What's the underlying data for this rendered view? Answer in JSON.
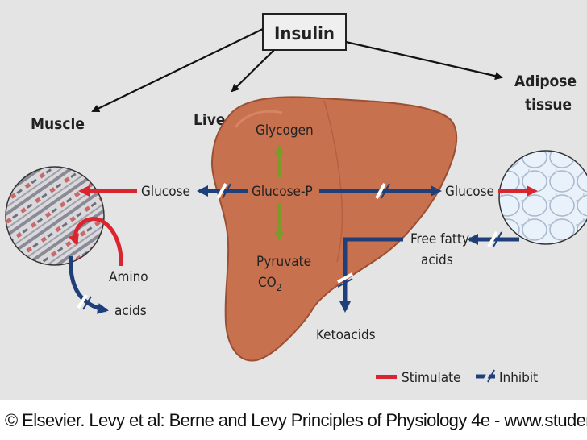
{
  "diagram": {
    "title": "Insulin",
    "tissues": {
      "muscle": "Muscle",
      "liver": "Liver",
      "adipose_line1": "Adipose",
      "adipose_line2": "tissue"
    },
    "metabolites": {
      "glycogen": "Glycogen",
      "glucose_p": "Glucose-P",
      "pyruvate": "Pyruvate",
      "co2_base": "CO",
      "co2_sub": "2",
      "glucose_left": "Glucose",
      "glucose_right": "Glucose",
      "ffa_line1": "Free fatty",
      "ffa_line2": "acids",
      "amino_line1": "Amino",
      "amino_line2": "acids",
      "ketoacids": "Ketoacids"
    },
    "legend": {
      "stimulate": "Stimulate",
      "inhibit": "Inhibit"
    },
    "colors": {
      "stimulate": "#d9252f",
      "inhibit": "#1f3f7a",
      "liver": "#c8714e",
      "conversion": "#7a9a2a",
      "background": "#e4e4e4"
    }
  },
  "footer": {
    "credit": "© Elsevier. Levy et al: Berne and Levy Principles of Physiology 4e - www.studentconsult.com"
  }
}
